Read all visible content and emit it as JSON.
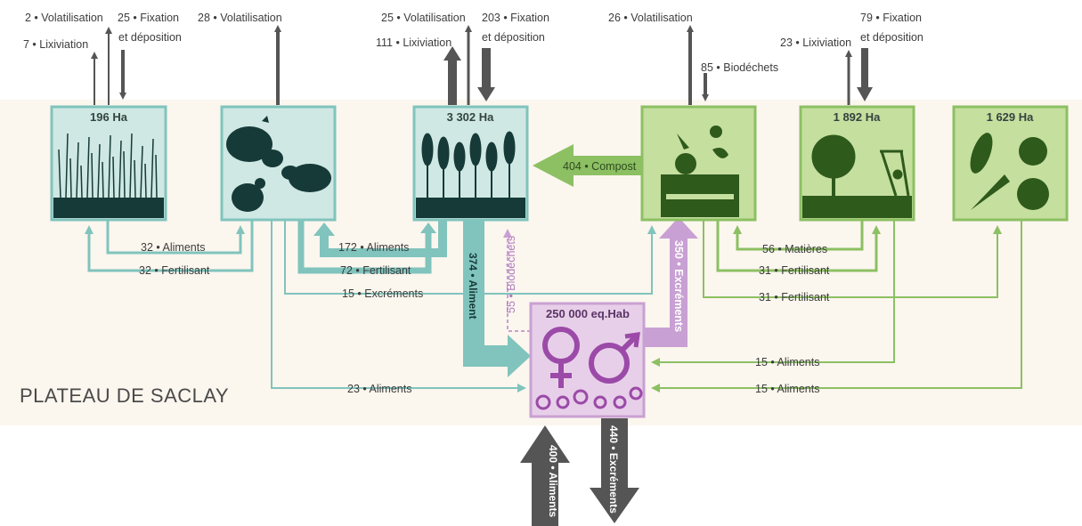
{
  "region_label": "PLATEAU DE SACLAY",
  "boxes": {
    "prairie": "196 Ha",
    "cultures": "3 302 Ha",
    "jardins": "1 892 Ha",
    "maraichage": "1 629 Ha",
    "population": "250 000 eq.Hab"
  },
  "top_flows": {
    "prairie_volat": "2 • Volatilisation",
    "prairie_lix": "7 • Lixiviation",
    "prairie_fix1": "25 • Fixation",
    "prairie_fix2": "et déposition",
    "elevage_volat": "28 • Volatilisation",
    "cultures_volat": "25 • Volatilisation",
    "cultures_lix": "111 • Lixiviation",
    "cultures_fix1": "203 • Fixation",
    "cultures_fix2": "et déposition",
    "compost_volat": "26 • Volatilisation",
    "compost_bio": "85 • Biodéchets",
    "jardins_lix": "23 • Lixiviation",
    "jardins_fix1": "79 • Fixation",
    "jardins_fix2": "et déposition"
  },
  "internal_flows": {
    "p_aliments": "32 • Aliments",
    "p_fertilisant": "32 • Fertilisant",
    "c_aliments": "172 • Aliments",
    "c_fertilisant": "72 • Fertilisant",
    "excrements_15": "15 • Excréments",
    "elevage_aliments_23": "23 • Aliments",
    "compost_404": "404 • Compost",
    "aliment_374": "374 • Aliment",
    "biodechets_55": "55 • Biodéchets",
    "excrements_350": "350 • Excréments",
    "matieres_56": "56 • Matières",
    "fertilisant_31a": "31 • Fertilisant",
    "fertilisant_31b": "31 • Fertilisant",
    "aliments_15a": "15 • Aliments",
    "aliments_15b": "15 • Aliments"
  },
  "external_flows": {
    "import_aliments": "400 • Aliments",
    "export_excrements": "440 • Excréments"
  },
  "colors": {
    "teal": "#80c4bd",
    "teal_fill": "#cfe8e3",
    "green": "#8cc063",
    "green_fill": "#c5df9f",
    "purple": "#c9a0d3",
    "purple_fill": "#e8cfe9",
    "dark": "#163a38",
    "arrow_gray": "#555555",
    "band": "#fbf6ee"
  }
}
